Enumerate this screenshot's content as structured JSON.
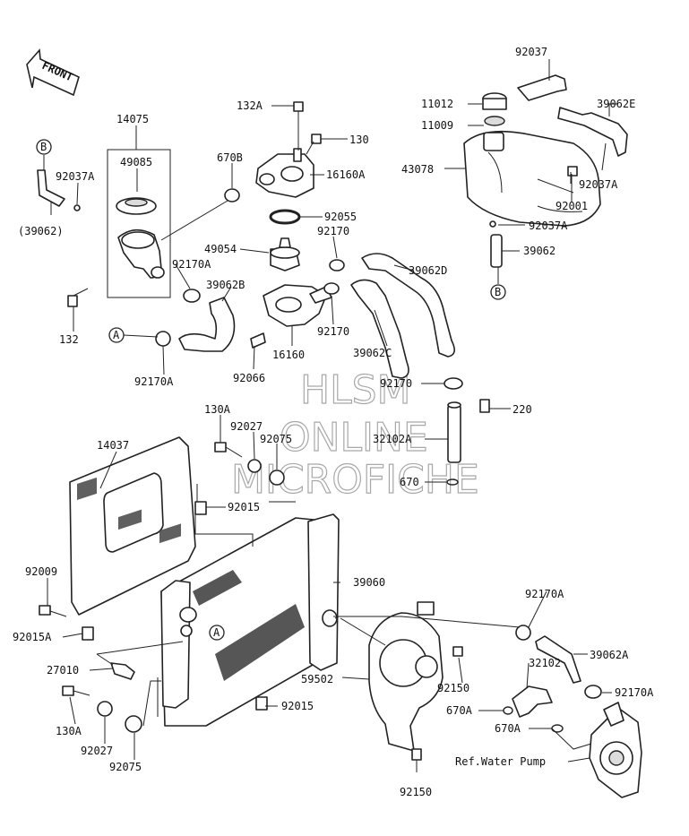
{
  "direction_label": "FRONT",
  "watermark": [
    "HLSM",
    "ONLINE",
    "MICROFICHE"
  ],
  "reference_note": "Ref.Water Pump",
  "markers": {
    "a": "A",
    "b": "B"
  },
  "part_labels": [
    "92037",
    "11012",
    "39062E",
    "11009",
    "43078",
    "92001",
    "92037A",
    "92037A",
    "39062",
    "132A",
    "130",
    "16160A",
    "14075",
    "49085",
    "92037A",
    "(39062)",
    "670B",
    "92055",
    "49054",
    "92170",
    "39062D",
    "92170A",
    "39062B",
    "132",
    "92170A",
    "92066",
    "16160",
    "92170",
    "39062C",
    "92170",
    "220",
    "130A",
    "92027",
    "92075",
    "32102A",
    "14037",
    "670",
    "92015",
    "92009",
    "39060",
    "92015A",
    "27010",
    "130A",
    "92027",
    "92075",
    "92015",
    "92170A",
    "39062A",
    "32102",
    "92170A",
    "59502",
    "92150",
    "670A",
    "670A",
    "92150"
  ]
}
